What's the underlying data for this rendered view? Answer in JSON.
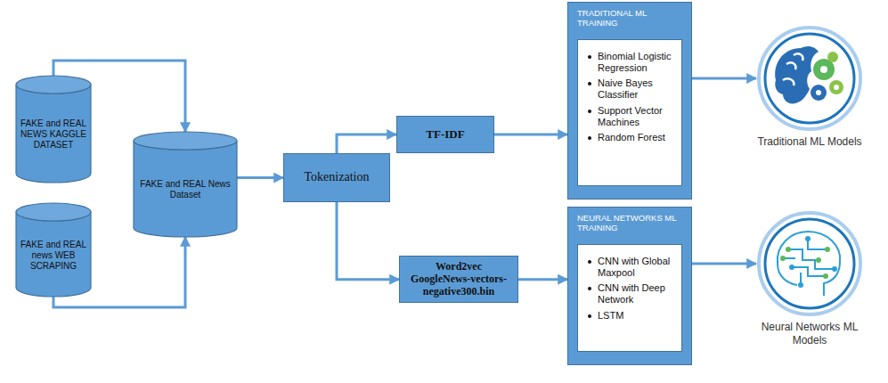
{
  "diagram": {
    "nodes": [
      {
        "text": [
          "FAKE and REAL NEWS KAGGLE DATASET"
        ]
      },
      {
        "text": [
          "FAKE and REAL news WEB SCRAPING"
        ]
      },
      {
        "text": [
          "FAKE and REAL News Dataset"
        ]
      },
      {
        "text": [
          "Tokenization"
        ]
      },
      {
        "text": [
          "TF-IDF"
        ]
      },
      {
        "text": [
          "Word2vec GoogleNews-vectors-negative300.bin"
        ]
      },
      {
        "text": [
          "TRADITIONAL ML TRAINING"
        ]
      },
      {
        "text": [
          "Binomial Logistic Regression",
          "Naive Bayes Classifier",
          "Support Vector Machines",
          "Random Forest"
        ],
        "in": 6
      },
      {
        "text": [
          "NEURAL NETWORKS ML TRAINING"
        ]
      },
      {
        "text": [
          "CNN with Global Maxpool",
          "CNN with Deep Network",
          "LSTM"
        ],
        "in": 8
      },
      {
        "text": [
          "Traditional ML Models"
        ]
      },
      {
        "text": [
          "Neural Networks ML Models"
        ]
      }
    ],
    "edges": [
      {
        "from": 0,
        "to": 2,
        "arrow": "to"
      },
      {
        "from": 1,
        "to": 2,
        "arrow": "to"
      },
      {
        "from": 2,
        "to": 3,
        "arrow": "to"
      },
      {
        "from": 3,
        "to": 4,
        "arrow": "to"
      },
      {
        "from": 3,
        "to": 5,
        "arrow": "to"
      },
      {
        "from": 4,
        "to": 6,
        "arrow": "to"
      },
      {
        "from": 5,
        "to": 8,
        "arrow": "to"
      },
      {
        "from": 6,
        "to": 10,
        "arrow": "to"
      },
      {
        "from": 8,
        "to": 11,
        "arrow": "to"
      }
    ]
  }
}
